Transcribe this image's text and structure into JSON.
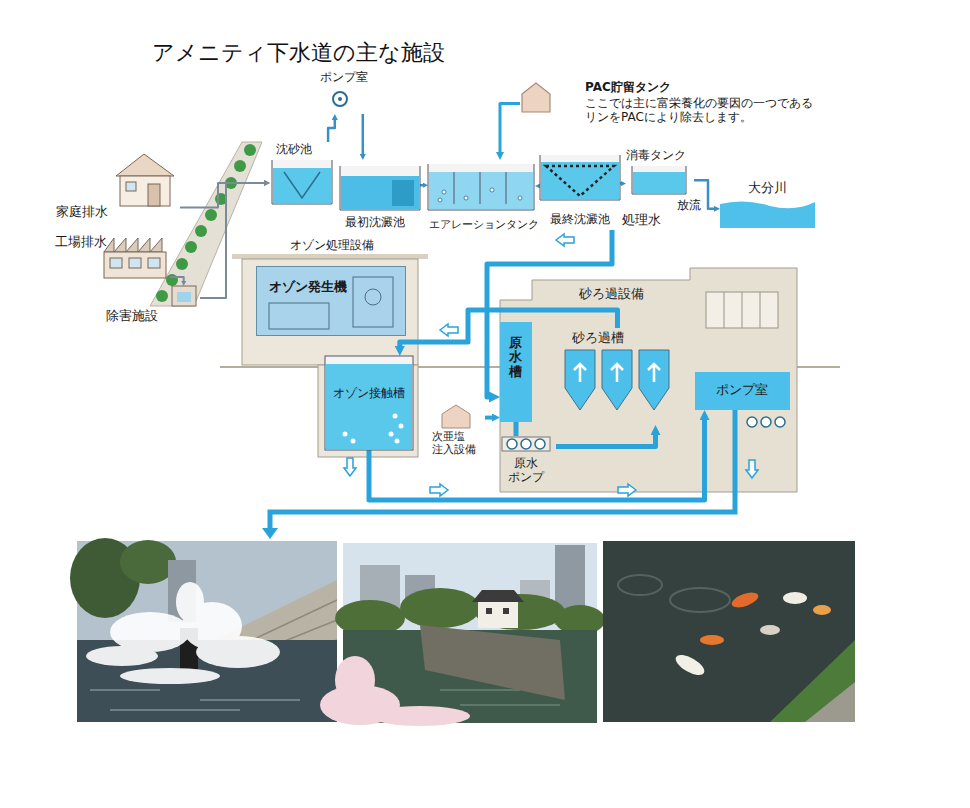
{
  "diagram": {
    "title": "アメニティ下水道の主な施設",
    "nodes": [
      {
        "text": [
          "PAC貯留タンク",
          "ここでは主に富栄養化の要因の一つである リンをPACにより除去します。"
        ]
      },
      {
        "text": [
          "家庭排水"
        ]
      },
      {
        "text": [
          "工場排水"
        ]
      },
      {
        "text": [
          "除害施設"
        ]
      },
      {
        "text": [
          "沈砂池"
        ]
      },
      {
        "text": [
          "ポンプ室"
        ]
      },
      {
        "text": [
          "最初沈澱池"
        ]
      },
      {
        "text": [
          "エアレーションタンク"
        ]
      },
      {
        "text": [
          "最終沈澱池"
        ]
      },
      {
        "text": [
          "消毒タンク"
        ]
      },
      {
        "text": [
          "大分川"
        ]
      },
      {
        "text": [
          "オゾン処理設備"
        ]
      },
      {
        "text": [
          "オゾン発生機"
        ],
        "in": 11
      },
      {
        "text": [
          "オゾン接触槽"
        ],
        "in": 11
      },
      {
        "text": [
          "砂ろ過設備"
        ]
      },
      {
        "text": [
          "原水槽"
        ],
        "in": 14
      },
      {
        "text": [
          "砂ろ過槽"
        ],
        "in": 14
      },
      {
        "text": [
          "ポンプ室"
        ],
        "in": 14
      },
      {
        "text": [
          "次亜塩 注入設備"
        ]
      },
      {
        "text": [
          "原水 ポンプ"
        ],
        "in": 14
      }
    ],
    "edges": [
      {
        "from": 1,
        "to": 4,
        "arrow": "to"
      },
      {
        "from": 2,
        "to": 3,
        "arrow": "to"
      },
      {
        "from": 3,
        "to": 4,
        "arrow": "to"
      },
      {
        "from": 4,
        "to": 5,
        "arrow": "to"
      },
      {
        "from": 5,
        "to": 6,
        "arrow": "to"
      },
      {
        "from": 6,
        "to": 7,
        "arrow": "to"
      },
      {
        "from": 7,
        "to": 8,
        "arrow": "to"
      },
      {
        "from": 8,
        "to": 9,
        "arrow": "to"
      },
      {
        "from": 9,
        "to": 10,
        "label": "放流",
        "arrow": "to"
      },
      {
        "from": 0,
        "to": 7,
        "arrow": "to"
      },
      {
        "from": 8,
        "to": 15,
        "label": "処理水",
        "arrow": "to"
      },
      {
        "from": 18,
        "to": 15,
        "arrow": "to"
      },
      {
        "from": 15,
        "to": 19,
        "arrow": "none"
      },
      {
        "from": 19,
        "to": 16,
        "arrow": "to"
      },
      {
        "from": 16,
        "to": 13,
        "arrow": "to"
      },
      {
        "from": 13,
        "to": 17,
        "arrow": "to"
      }
    ]
  }
}
